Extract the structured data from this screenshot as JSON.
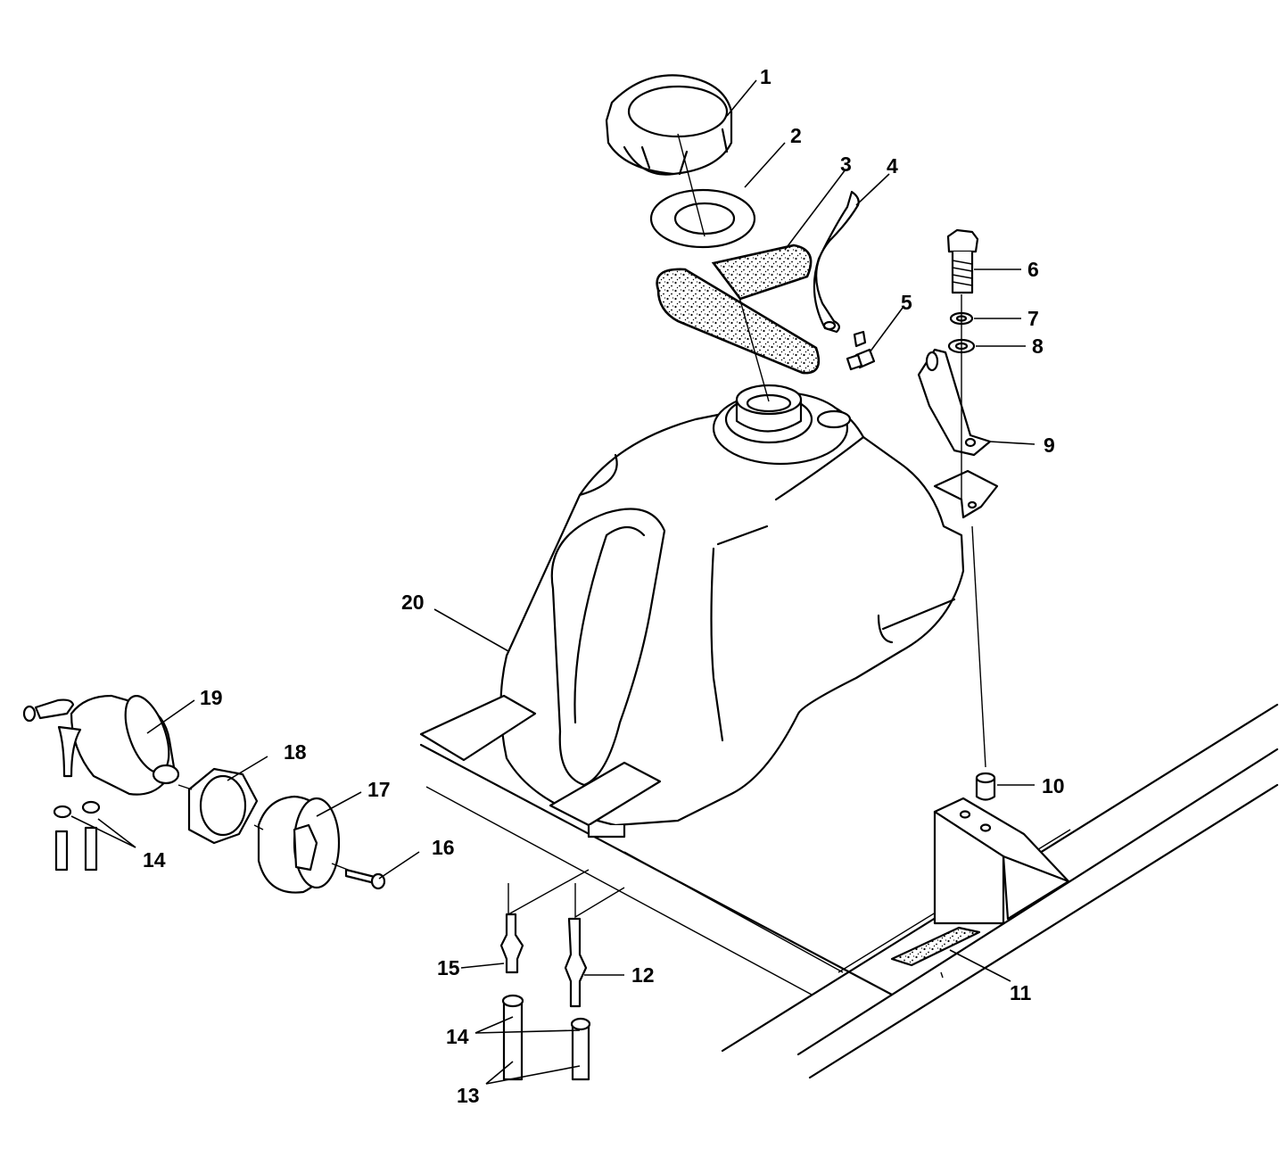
{
  "diagram": {
    "callouts": [
      {
        "id": "c1",
        "label": "1"
      },
      {
        "id": "c2",
        "label": "2"
      },
      {
        "id": "c3",
        "label": "3"
      },
      {
        "id": "c4",
        "label": "4"
      },
      {
        "id": "c5",
        "label": "5"
      },
      {
        "id": "c6",
        "label": "6"
      },
      {
        "id": "c7",
        "label": "7"
      },
      {
        "id": "c8",
        "label": "8"
      },
      {
        "id": "c9",
        "label": "9"
      },
      {
        "id": "c10",
        "label": "10"
      },
      {
        "id": "c11",
        "label": "11"
      },
      {
        "id": "c12",
        "label": "12"
      },
      {
        "id": "c13",
        "label": "13"
      },
      {
        "id": "c14a",
        "label": "14"
      },
      {
        "id": "c14b",
        "label": "14"
      },
      {
        "id": "c15",
        "label": "15"
      },
      {
        "id": "c16",
        "label": "16"
      },
      {
        "id": "c17",
        "label": "17"
      },
      {
        "id": "c18",
        "label": "18"
      },
      {
        "id": "c19",
        "label": "19"
      },
      {
        "id": "c20",
        "label": "20"
      }
    ]
  }
}
